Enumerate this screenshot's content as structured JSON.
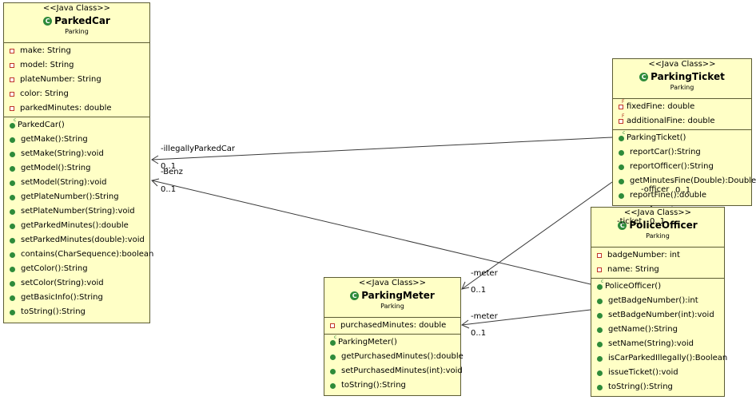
{
  "stereotype": "<<Java Class>>",
  "classes": {
    "parkedCar": {
      "name": "ParkedCar",
      "package": "Parking",
      "fields": [
        "make: String",
        "model: String",
        "plateNumber: String",
        "color: String",
        "parkedMinutes: double"
      ],
      "methods": [
        "ParkedCar()",
        "getMake():String",
        "setMake(String):void",
        "getModel():String",
        "setModel(String):void",
        "getPlateNumber():String",
        "setPlateNumber(String):void",
        "getParkedMinutes():double",
        "setParkedMinutes(double):void",
        "contains(CharSequence):boolean",
        "getColor():String",
        "setColor(String):void",
        "getBasicInfo():String",
        "toString():String"
      ]
    },
    "parkingTicket": {
      "name": "ParkingTicket",
      "package": "Parking",
      "fields": [
        "fixedFine: double",
        "additionalFine: double"
      ],
      "methods": [
        "ParkingTicket()",
        "reportCar():String",
        "reportOfficer():String",
        "getMinutesFine(Double):Double",
        "reportFine():double"
      ]
    },
    "policeOfficer": {
      "name": "PoliceOfficer",
      "package": "Parking",
      "fields": [
        "badgeNumber: int",
        "name: String"
      ],
      "methods": [
        "PoliceOfficer()",
        "getBadgeNumber():int",
        "setBadgeNumber(int):void",
        "getName():String",
        "setName(String):void",
        "isCarParkedIllegally():Boolean",
        "issueTicket():void",
        "toString():String"
      ]
    },
    "parkingMeter": {
      "name": "ParkingMeter",
      "package": "Parking",
      "fields": [
        "purchasedMinutes: double"
      ],
      "methods": [
        "ParkingMeter()",
        "getPurchasedMinutes():double",
        "setPurchasedMinutes(int):void",
        "toString():String"
      ]
    }
  },
  "associations": {
    "illegallyParkedCar": "-illegallyParkedCar",
    "illegallyParkedCarMult": "0..1",
    "benz": "-Benz",
    "benzMult": "0..1",
    "officer": "-officer",
    "officerMult": "0..1",
    "ticket": "-ticket",
    "ticketMult": "0..1",
    "meterTicket": "-meter",
    "meterTicketMult": "0..1",
    "meterOfficer": "-meter",
    "meterOfficerMult": "0..1"
  }
}
